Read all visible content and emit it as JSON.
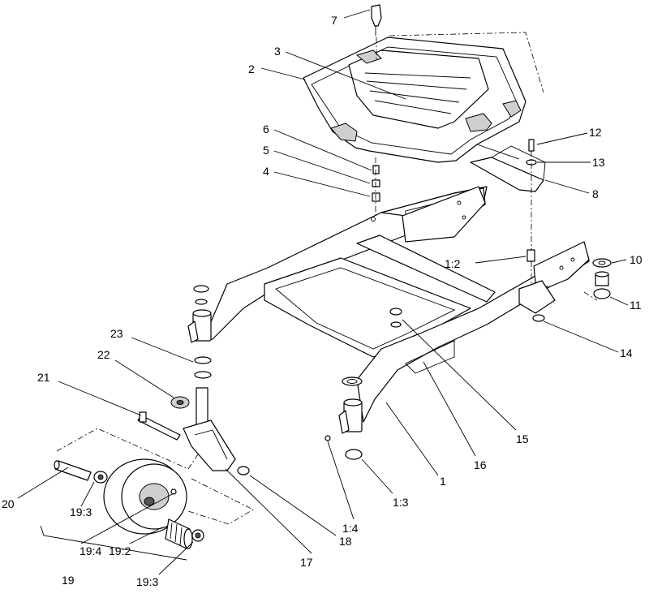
{
  "callouts": [
    {
      "id": "c7",
      "text": "7"
    },
    {
      "id": "c3",
      "text": "3"
    },
    {
      "id": "c2",
      "text": "2"
    },
    {
      "id": "c6",
      "text": "6"
    },
    {
      "id": "c5",
      "text": "5"
    },
    {
      "id": "c4",
      "text": "4"
    },
    {
      "id": "c12",
      "text": "12"
    },
    {
      "id": "c13",
      "text": "13"
    },
    {
      "id": "c8",
      "text": "8"
    },
    {
      "id": "c1_2",
      "text": "1:2"
    },
    {
      "id": "c10",
      "text": "10"
    },
    {
      "id": "c11",
      "text": "11"
    },
    {
      "id": "c14",
      "text": "14"
    },
    {
      "id": "c23",
      "text": "23"
    },
    {
      "id": "c22",
      "text": "22"
    },
    {
      "id": "c21",
      "text": "21"
    },
    {
      "id": "c15",
      "text": "15"
    },
    {
      "id": "c16",
      "text": "16"
    },
    {
      "id": "c1",
      "text": "1"
    },
    {
      "id": "c1_3",
      "text": "1:3"
    },
    {
      "id": "c20",
      "text": "20"
    },
    {
      "id": "c19_3a",
      "text": "19:3"
    },
    {
      "id": "c19_4",
      "text": "19:4"
    },
    {
      "id": "c19_2",
      "text": "19:2"
    },
    {
      "id": "c19_3b",
      "text": "19:3"
    },
    {
      "id": "c19",
      "text": "19"
    },
    {
      "id": "c1_4",
      "text": "1:4"
    },
    {
      "id": "c18",
      "text": "18"
    },
    {
      "id": "c17",
      "text": "17"
    }
  ]
}
